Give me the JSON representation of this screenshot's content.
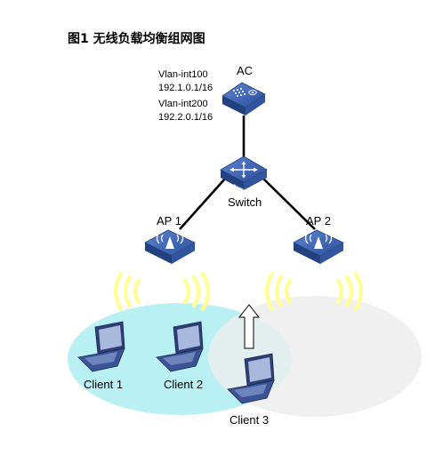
{
  "figure": {
    "title": "图1  无线负载均衡组网图"
  },
  "ac": {
    "label": "AC",
    "vlan1_name": "Vlan-int100",
    "vlan1_ip": "192.1.0.1/16",
    "vlan2_name": "Vlan-int200",
    "vlan2_ip": "192.2.0.1/16"
  },
  "switch": {
    "label": "Switch",
    "badge": "SWITCH"
  },
  "aps": [
    {
      "label": "AP 1"
    },
    {
      "label": "AP 2"
    }
  ],
  "clients": [
    {
      "label": "Client 1"
    },
    {
      "label": "Client 2"
    },
    {
      "label": "Client 3"
    }
  ],
  "colors": {
    "device_blue": "#2f4f93",
    "device_top": "#3d66b8",
    "cell_ap1": "#b8f0f4",
    "cell_ap2": "#efefef",
    "signal": "#ffff99",
    "link": "#000000"
  }
}
